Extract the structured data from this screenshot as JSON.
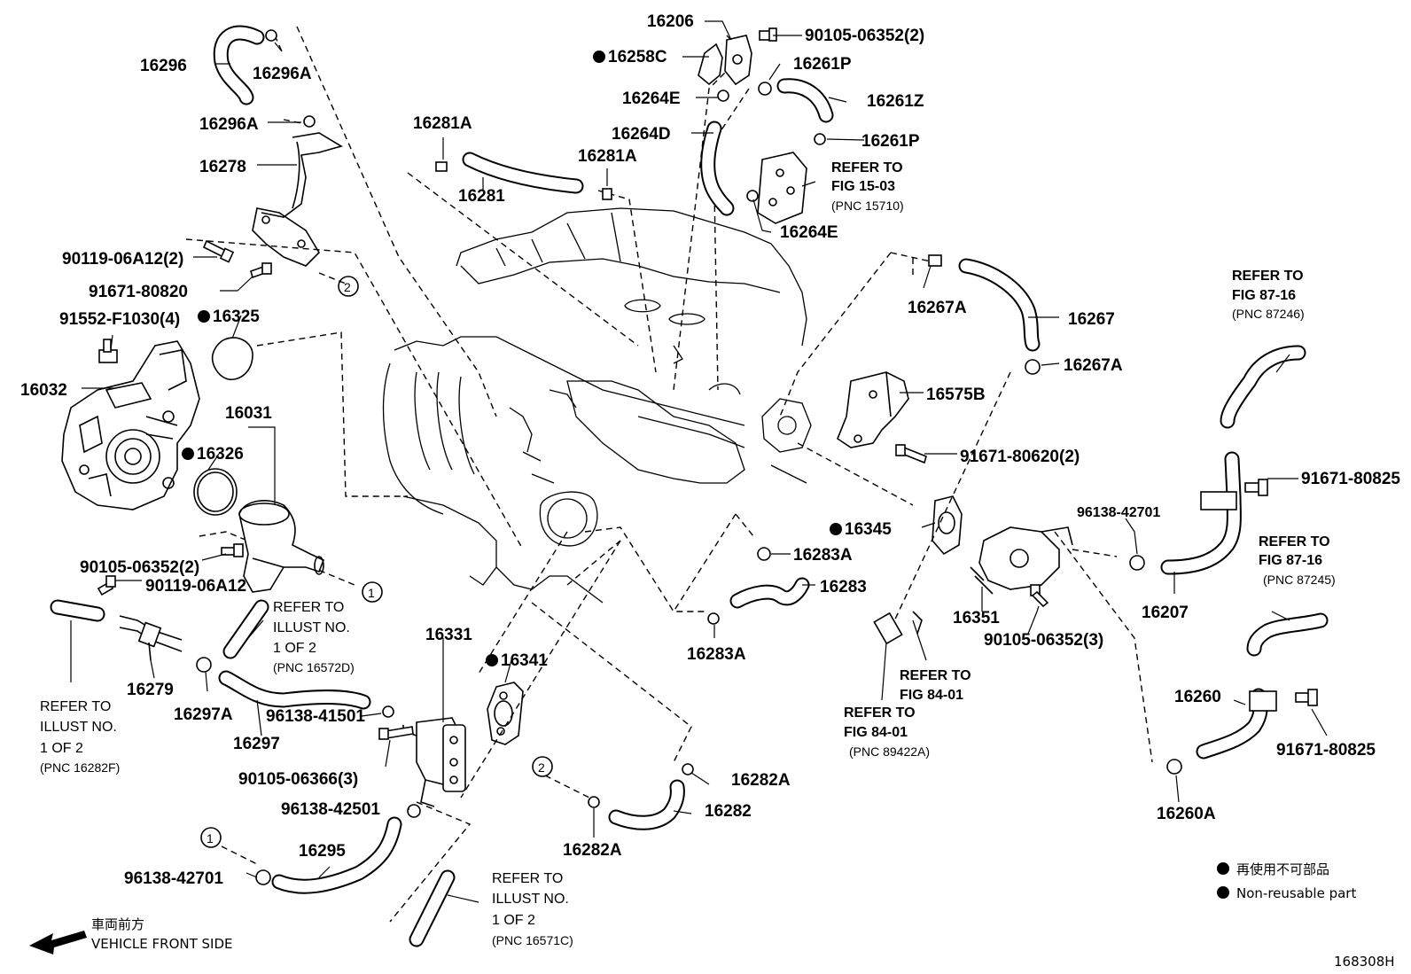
{
  "parts": {
    "p16206": "16206",
    "p90105_06352_2": "90105-06352(2)",
    "p16258C": "16258C",
    "p16261P_top": "16261P",
    "p16264E_top": "16264E",
    "p16261Z": "16261Z",
    "p16264D": "16264D",
    "p16261P_mid": "16261P",
    "p16296": "16296",
    "p16296A_top": "16296A",
    "p16296A_mid": "16296A",
    "p16281A_left": "16281A",
    "p16281A_right": "16281A",
    "p16278": "16278",
    "p16281": "16281",
    "p16264E_bot": "16264E",
    "p90119_06A12_2": "90119-06A12(2)",
    "p91671_80820": "91671-80820",
    "p91552_F1030_4": "91552-F1030(4)",
    "p16325": "16325",
    "p16267A_top": "16267A",
    "p16267": "16267",
    "p16267A_bot": "16267A",
    "p16032": "16032",
    "p16031": "16031",
    "p16575B": "16575B",
    "p91671_80620_2": "91671-80620(2)",
    "p16326": "16326",
    "p91671_80825_top": "91671-80825",
    "p96138_42701_right": "96138-42701",
    "p16345": "16345",
    "p16283A_top": "16283A",
    "p90105_06352_2b": "90105-06352(2)",
    "p90119_06A12": "90119-06A12",
    "p16283": "16283",
    "p16351": "16351",
    "p16207": "16207",
    "p90105_06352_3": "90105-06352(3)",
    "p16331": "16331",
    "p16341": "16341",
    "p16283A_bot": "16283A",
    "p16279": "16279",
    "p16297A": "16297A",
    "p96138_41501": "96138-41501",
    "p16297": "16297",
    "p16260": "16260",
    "p91671_80825_bot": "91671-80825",
    "p90105_06366_3": "90105-06366(3)",
    "p16282A_top": "16282A",
    "p16282": "16282",
    "p96138_42501": "96138-42501",
    "p16260A": "16260A",
    "p16282A_bot": "16282A",
    "p16295": "16295",
    "p96138_42701_left": "96138-42701"
  },
  "refs": {
    "fig15_03": {
      "l1": "REFER TO",
      "l2": "FIG 15-03",
      "l3": "(PNC 15710)"
    },
    "fig87_16_top": {
      "l1": "REFER TO",
      "l2": "FIG 87-16",
      "l3": "(PNC 87246)"
    },
    "fig87_16_bot": {
      "l1": "REFER TO",
      "l2": "FIG 87-16",
      "l3": "(PNC 87245)"
    },
    "illust_16572D": {
      "l1": "REFER TO",
      "l2": "ILLUST NO.",
      "l3": "1 OF 2",
      "l4": "(PNC 16572D)"
    },
    "illust_16282F": {
      "l1": "REFER TO",
      "l2": "ILLUST NO.",
      "l3": "1 OF 2",
      "l4": "(PNC 16282F)"
    },
    "fig84_01_a": {
      "l1": "REFER TO",
      "l2": "FIG 84-01"
    },
    "fig84_01_b": {
      "l1": "REFER TO",
      "l2": "FIG 84-01",
      "l3": "(PNC 89422A)"
    },
    "illust_16571C": {
      "l1": "REFER TO",
      "l2": "ILLUST NO.",
      "l3": "1 OF 2",
      "l4": "(PNC 16571C)"
    }
  },
  "markers": {
    "one": "1",
    "two": "2"
  },
  "legend": {
    "jp": "再使用不可部品",
    "en": "Non-reusable part"
  },
  "front": {
    "jp": "車両前方",
    "en": "VEHICLE FRONT SIDE"
  },
  "figure_id": "168308H"
}
